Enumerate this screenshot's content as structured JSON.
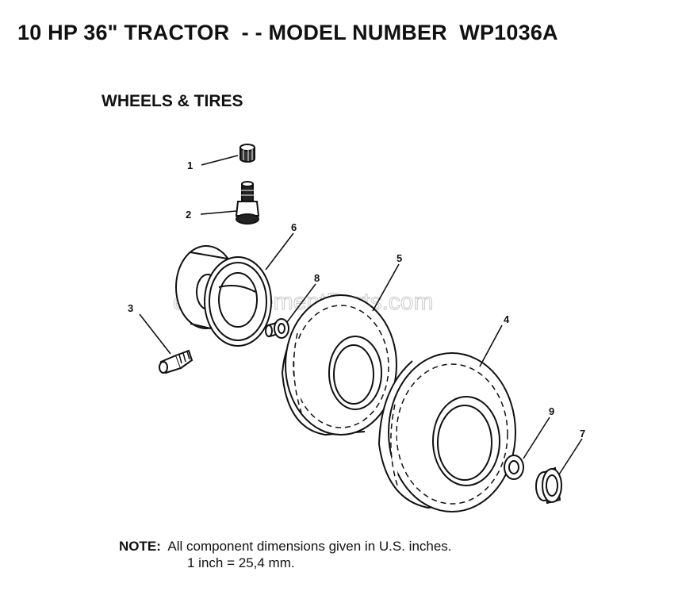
{
  "header": {
    "title": "10 HP 36\" TRACTOR  - - MODEL NUMBER  WP1036A",
    "section": "WHEELS & TIRES"
  },
  "watermark": "eReplacementParts.com",
  "callouts": [
    "1",
    "2",
    "3",
    "4",
    "5",
    "6",
    "7",
    "8",
    "9"
  ],
  "parts": [
    {
      "callout": "1",
      "icon": "valve-cap-icon"
    },
    {
      "callout": "2",
      "icon": "valve-stem-icon"
    },
    {
      "callout": "3",
      "icon": "grease-fitting-icon"
    },
    {
      "callout": "4",
      "icon": "rear-tire-icon"
    },
    {
      "callout": "5",
      "icon": "front-tire-icon"
    },
    {
      "callout": "6",
      "icon": "wheel-rim-icon"
    },
    {
      "callout": "7",
      "icon": "bushing-icon"
    },
    {
      "callout": "8",
      "icon": "bearing-flange-icon"
    },
    {
      "callout": "9",
      "icon": "washer-icon"
    }
  ],
  "note": {
    "label": "NOTE:",
    "line1": "All component dimensions given in U.S. inches.",
    "line2": "1 inch = 25,4 mm."
  }
}
